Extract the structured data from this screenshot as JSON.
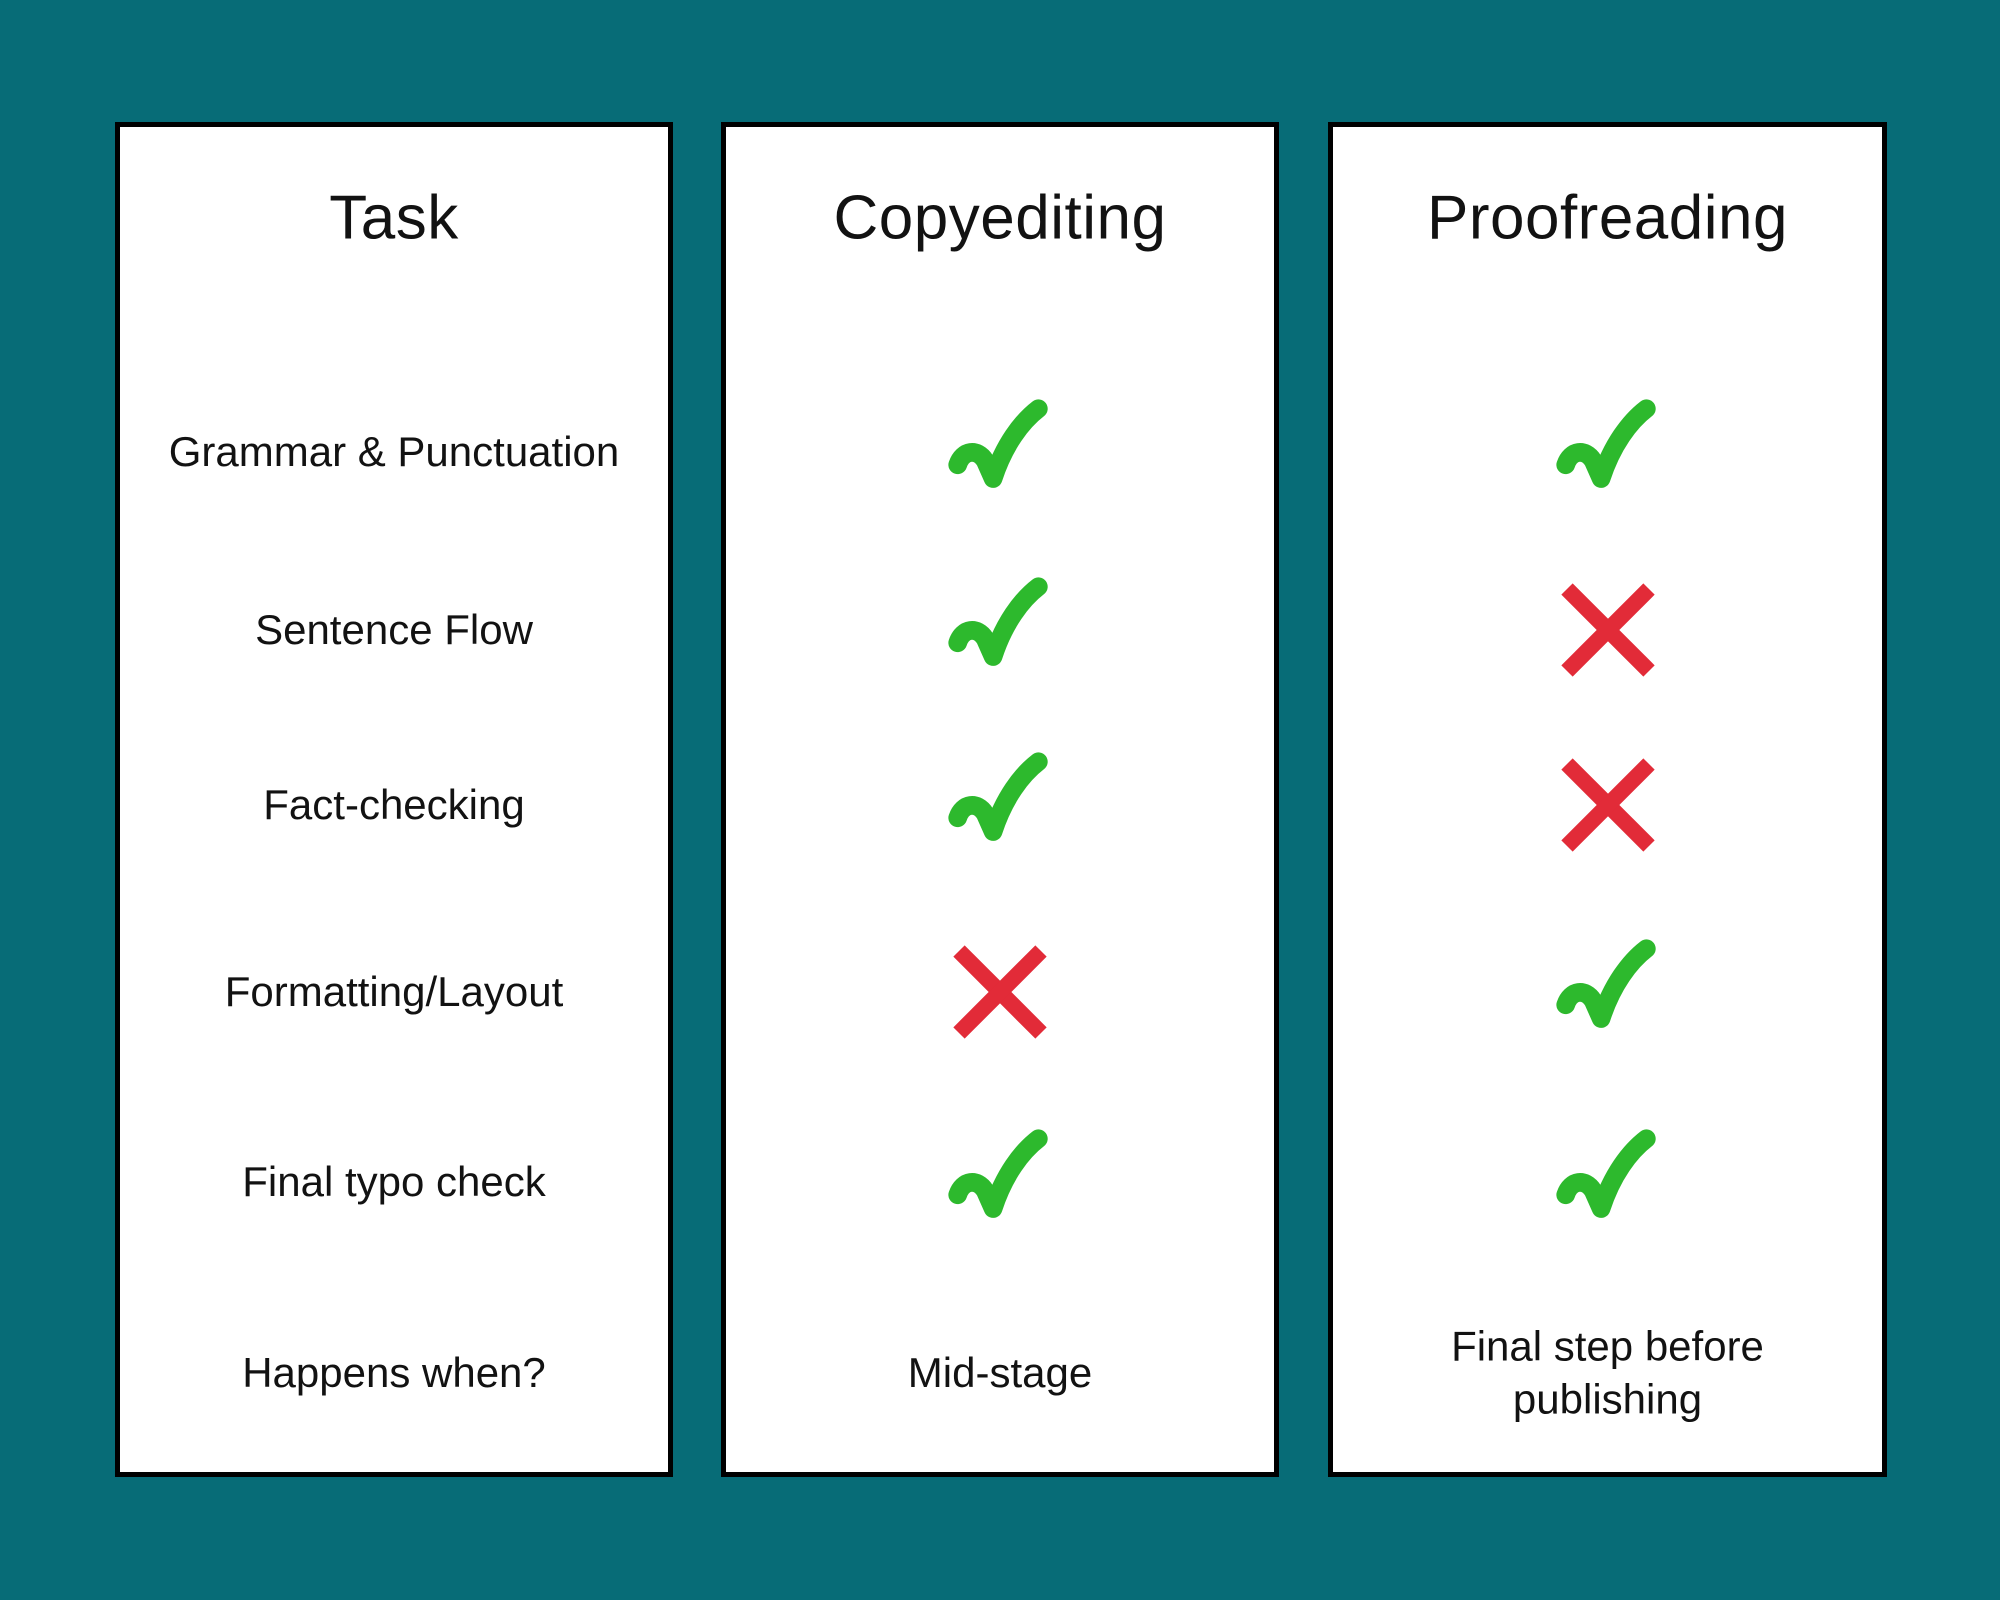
{
  "colors": {
    "background": "#076c77",
    "card_background": "#ffffff",
    "card_border": "#000000",
    "text": "#121212",
    "check_green": "#2db92d",
    "cross_red": "#e22b38"
  },
  "table": {
    "columns": [
      {
        "id": "task",
        "header": "Task",
        "cells": [
          {
            "text": "Grammar & Punctuation"
          },
          {
            "text": "Sentence Flow"
          },
          {
            "text": "Fact-checking"
          },
          {
            "text": "Formatting/Layout"
          },
          {
            "text": "Final typo check"
          },
          {
            "text": "Happens when?"
          }
        ]
      },
      {
        "id": "copyediting",
        "header": "Copyediting",
        "cells": [
          {
            "icon": "check"
          },
          {
            "icon": "check"
          },
          {
            "icon": "check"
          },
          {
            "icon": "cross"
          },
          {
            "icon": "check"
          },
          {
            "text": "Mid-stage"
          }
        ]
      },
      {
        "id": "proofreading",
        "header": "Proofreading",
        "cells": [
          {
            "icon": "check"
          },
          {
            "icon": "cross"
          },
          {
            "icon": "cross"
          },
          {
            "icon": "check"
          },
          {
            "icon": "check"
          },
          {
            "text": "Final step before publishing"
          }
        ]
      }
    ]
  }
}
